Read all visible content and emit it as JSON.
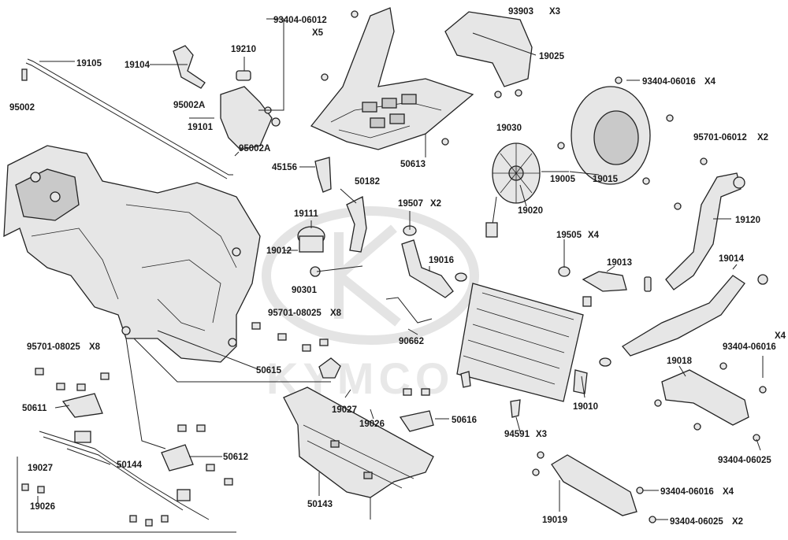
{
  "watermark": {
    "brand": "KYMCO"
  },
  "labels": {
    "l93404_06012": "93404-06012",
    "l93404_06012_qty": "X5",
    "l93903": "93903",
    "l93903_qty": "X3",
    "l19025": "19025",
    "l93404_06016_top": "93404-06016",
    "l93404_06016_top_qty": "X4",
    "l19105": "19105",
    "l19104": "19104",
    "l19210": "19210",
    "l95002": "95002",
    "l95002A_top": "95002A",
    "l19101": "19101",
    "l95002A_bot": "95002A",
    "l19030": "19030",
    "l95701_06012": "95701-06012",
    "l95701_06012_qty": "X2",
    "l50613": "50613",
    "l45156": "45156",
    "l50182": "50182",
    "l19005": "19005",
    "l19015": "19015",
    "l19020": "19020",
    "l19507": "19507",
    "l19507_qty": "X2",
    "l19111": "19111",
    "l19120": "19120",
    "l19505": "19505",
    "l19505_qty": "X4",
    "l19012": "19012",
    "l19016": "19016",
    "l19013": "19013",
    "l19014": "19014",
    "l90301": "90301",
    "l95701_08025_mid": "95701-08025",
    "l95701_08025_mid_qty": "X8",
    "l90662": "90662",
    "l93404_06016_right": "93404-06016",
    "l93404_06016_right_qty": "X4",
    "l95701_08025_left": "95701-08025",
    "l95701_08025_left_qty": "X8",
    "l50615": "50615",
    "l19018": "19018",
    "l19010": "19010",
    "l50611": "50611",
    "l19027_mid": "19027",
    "l19026_mid": "19026",
    "l50616": "50616",
    "l94591": "94591",
    "l94591_qty": "X3",
    "l93404_06025_right": "93404-06025",
    "l19027_left": "19027",
    "l50144": "50144",
    "l50612": "50612",
    "l19026_left": "19026",
    "l93404_06016_bot": "93404-06016",
    "l93404_06016_bot_qty": "X4",
    "l50143": "50143",
    "l19019": "19019",
    "l93404_06025_bot": "93404-06025",
    "l93404_06025_bot_qty": "X2"
  }
}
